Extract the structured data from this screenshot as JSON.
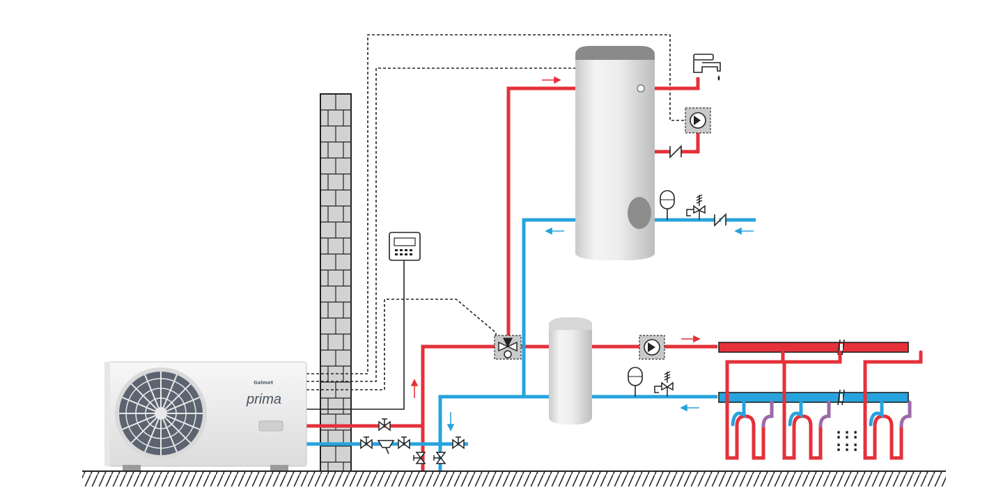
{
  "heat_pump": {
    "brand": "Galmet",
    "model": "prima"
  },
  "underfloor": {
    "continuation_marker": ":::"
  },
  "colors": {
    "supply": "#e4313a",
    "return": "#27a3dd",
    "control_wire": "#222222",
    "tank_body": "#eceded",
    "brick": "#d2d2d2",
    "component_box": "#c9c9c9"
  },
  "components": [
    "outdoor-heat-pump-unit",
    "building-wall",
    "room-controller",
    "three-way-valve",
    "dhw-cylinder",
    "buffer-tank",
    "dhw-faucet",
    "dhw-circulation-pump",
    "heating-circuit-pump",
    "expansion-vessel",
    "safety-valve",
    "check-valve",
    "strainer",
    "underfloor-manifold",
    "underfloor-heating-loops"
  ]
}
